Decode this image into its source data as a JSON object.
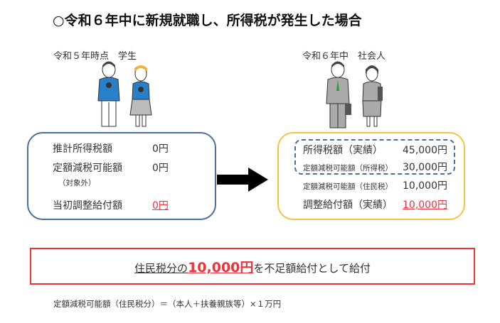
{
  "title": "○令和６年中に新規就職し、所得税が発生した場合",
  "left": {
    "heading": "令和５年時点　学生",
    "rows": [
      {
        "label": "推計所得税額",
        "value": "0円"
      },
      {
        "label": "定額減税可能額",
        "value": "0円",
        "note": "（対象外）"
      },
      {
        "label": "当初調整給付額",
        "value": "0円"
      }
    ]
  },
  "right": {
    "heading": "令和６年中　社会人",
    "rows": [
      {
        "label": "所得税額（実績）",
        "value": "45,000円"
      },
      {
        "label": "定額減税可能額（所得税）",
        "value": "30,000円"
      },
      {
        "label": "定額減税可能額（住民税）",
        "value": "10,000円"
      },
      {
        "label": "調整給付額（実績）",
        "value": "10,000円"
      }
    ]
  },
  "result": {
    "part1": "住民税分の",
    "amount": "10,000円",
    "part2": "を不足額給付として給付"
  },
  "footnote": "定額減税可能額（住民税分）＝（本人＋扶養親族等）×１万円",
  "colors": {
    "left_border": "#4a6f9a",
    "right_border": "#f5c242",
    "red": "#f0323c",
    "dash": "#4a6f9a"
  }
}
